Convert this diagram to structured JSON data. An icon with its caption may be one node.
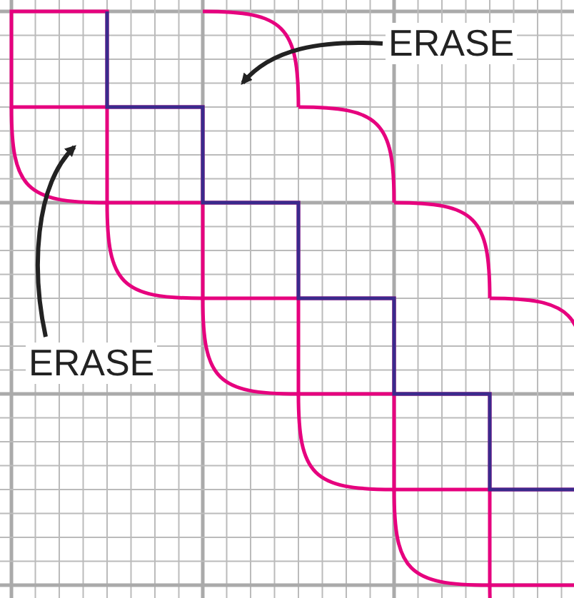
{
  "diagram": {
    "nodes": [
      {
        "text": [
          "ERASE"
        ]
      },
      {
        "text": [
          "ERASE"
        ]
      }
    ],
    "edges": [
      {
        "from": 0,
        "to": null,
        "arrow": "to"
      },
      {
        "from": 1,
        "to": null,
        "arrow": "to"
      }
    ]
  }
}
